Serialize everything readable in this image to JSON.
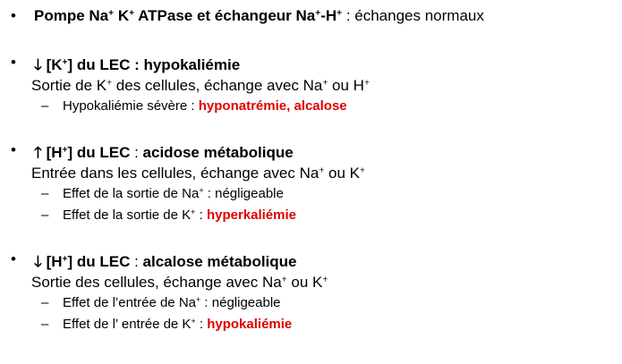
{
  "bullet_char": "•",
  "dash_char": "–",
  "arrow_down": "🡓",
  "arrow_up": "🡑",
  "s1": {
    "title_a": "Pompe Na",
    "sup_plus": "+",
    "title_b": " K",
    "title_c": " ATPase et échangeur Na",
    "title_d": "-H",
    "rest": " : échanges normaux"
  },
  "s2": {
    "bracket_a": "[K",
    "bracket_b": "] du LEC : hypokaliémie",
    "line2_a": "Sortie de K",
    "line2_b": " des cellules, échange avec Na",
    "line2_c": " ou H",
    "sub1_a": "Hypokaliémie sévère : ",
    "sub1_red1": "hyponatrémie",
    "sub1_sep": ", ",
    "sub1_red2": "alcalose"
  },
  "s3": {
    "bracket_a": "[H",
    "bracket_b": "] du LEC",
    "colon": " : ",
    "title_bold": "acidose métabolique",
    "line2_a": "Entrée dans les cellules, échange avec Na",
    "line2_b": " ou K",
    "sub1_a": "Effet de la sortie de Na",
    "sub1_b": " : négligeable",
    "sub2_a": "Effet de la sortie de K",
    "sub2_b": " : ",
    "sub2_red": "hyperkaliémie"
  },
  "s4": {
    "bracket_a": "[H",
    "bracket_b": "] du LEC",
    "colon": " : ",
    "title_bold": "alcalose métabolique",
    "line2_a": "Sortie des cellules, échange avec Na",
    "line2_b": " ou K",
    "sub1_a": "Effet de l’entrée de Na",
    "sub1_b": " : négligeable",
    "sub2_a": "Effet de l’ entrée de K",
    "sub2_b": " : ",
    "sub2_red": "hypokaliémie"
  }
}
